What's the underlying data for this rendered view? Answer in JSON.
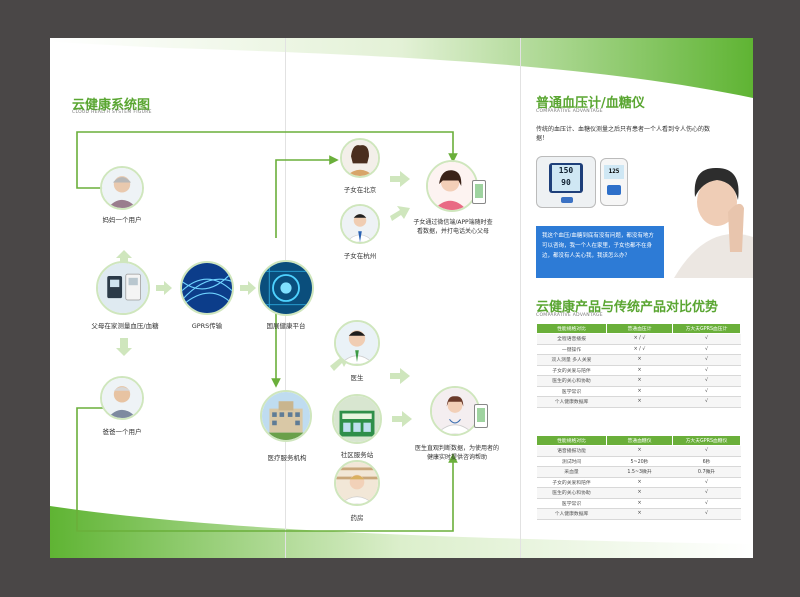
{
  "left": {
    "title": "云健康系统图",
    "subtitle": "CLOUD HEALTH SYSTEM FIGURE",
    "nodes": {
      "mom": "妈妈一个用户",
      "dad": "爸爸一个用户",
      "parents": "父母在家测量血压/血糖",
      "gprs": "GPRS传输",
      "platform": "国展健康平台",
      "child_bj": "子女在北京",
      "child_hz": "子女在杭州",
      "child_app": "子女通过微信端/APP端随时查看数据，并打电话关心父母",
      "doctor": "医生",
      "medical": "医疗服务机构",
      "community": "社区服务站",
      "pharmacy": "药房",
      "doctor_help": "医生直观判断数据，为使用者的健康实时提供咨询帮助"
    }
  },
  "right": {
    "title1": "普通血压计/血糖仪",
    "subtitle1": "COMPARATIVE ADVANTAGE",
    "desc": "传统的血压计、血糖仪测量之后只有患者一个人看到令人伤心的数据！",
    "bp_display": "150",
    "bp_display2": "90",
    "gl_display": "125",
    "box_text": "我这个血压/血糖到底有没有问题，都没有地方可以咨询，我一个人在家里，子女也都不在身边，都没有人关心我，我该怎么办？",
    "title2": "云健康产品与传统产品对比优势",
    "subtitle2": "COMPARATIVE ADVANTAGE",
    "table1": {
      "headers": [
        "性能规格对比",
        "普通血压计",
        "方大夫GPRS血压计"
      ],
      "rows": [
        [
          "全程语音播报",
          "× / √",
          "√"
        ],
        [
          "一键操作",
          "× / √",
          "√"
        ],
        [
          "双人测量 多人关爱",
          "×",
          "√"
        ],
        [
          "子女的关爱与陪伴",
          "×",
          "√"
        ],
        [
          "医生的关心和协助",
          "×",
          "√"
        ],
        [
          "医学常识",
          "×",
          "√"
        ],
        [
          "个人健康数据库",
          "×",
          "√"
        ]
      ]
    },
    "table2": {
      "headers": [
        "性能规格对比",
        "普通血糖仪",
        "方大夫GPRS血糖仪"
      ],
      "rows": [
        [
          "语音播报功能",
          "×",
          "√"
        ],
        [
          "测试时间",
          "5~20秒",
          "6秒"
        ],
        [
          "采血量",
          "1.5~3微升",
          "0.7微升"
        ],
        [
          "子女的关爱和陪伴",
          "×",
          "√"
        ],
        [
          "医生的关心和协助",
          "×",
          "√"
        ],
        [
          "医学常识",
          "×",
          "√"
        ],
        [
          "个人健康数据库",
          "×",
          "√"
        ]
      ]
    }
  },
  "colors": {
    "accent": "#5aa632",
    "arrow": "#c7e0b0",
    "blue": "#2d7bd6"
  }
}
